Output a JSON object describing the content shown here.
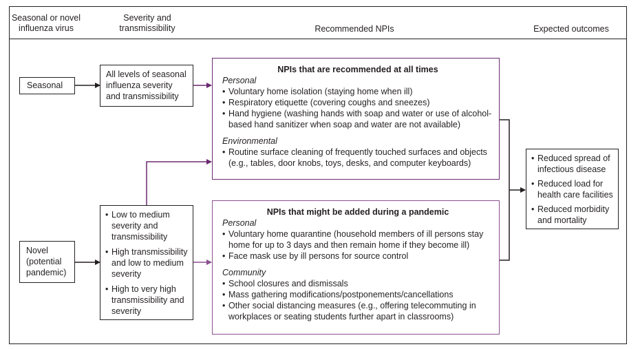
{
  "headers": {
    "col1": "Seasonal or novel influenza virus",
    "col2": "Severity and transmissibility",
    "col3": "Recommended NPIs",
    "col4": "Expected outcomes"
  },
  "seasonal_label": "Seasonal",
  "novel_label": "Novel (potential pandemic)",
  "seasonal_severity": "All levels of seasonal influenza severity and transmissibility",
  "novel_severity": [
    "Low to medium severity and transmissibility",
    "High transmissibility and low to medium severity",
    "High to very high transmissibility and severity"
  ],
  "all_times": {
    "title": "NPIs that are recommended at all times",
    "personal_heading": "Personal",
    "personal_items": [
      "Voluntary home isolation (staying home when ill)",
      "Respiratory etiquette (covering coughs and sneezes)",
      "Hand hygiene (washing hands with soap and water or use of alcohol-based hand sanitizer when soap and water are not available)"
    ],
    "environmental_heading": "Environmental",
    "environmental_items": [
      "Routine surface cleaning of frequently touched surfaces and objects (e.g., tables, door knobs, toys, desks, and computer keyboards)"
    ]
  },
  "pandemic": {
    "title": "NPIs that might be added during a pandemic",
    "personal_heading": "Personal",
    "personal_items": [
      "Voluntary home quarantine (household members of ill persons stay home for up to 3 days and then remain home if they become ill)",
      "Face mask use by ill persons for source control"
    ],
    "community_heading": "Community",
    "community_items": [
      "School closures and dismissals",
      "Mass gathering modifications/postponements/cancellations",
      "Other social distancing measures (e.g., offering telecommuting in workplaces or seating students further apart in classrooms)"
    ]
  },
  "outcomes": [
    "Reduced spread of infectious disease",
    "Reduced load for health care facilities",
    "Reduced morbidity and mortality"
  ],
  "colors": {
    "black": "#231f20",
    "purple_dark": "#6b2a6f",
    "purple_light": "#8a4f8e"
  }
}
